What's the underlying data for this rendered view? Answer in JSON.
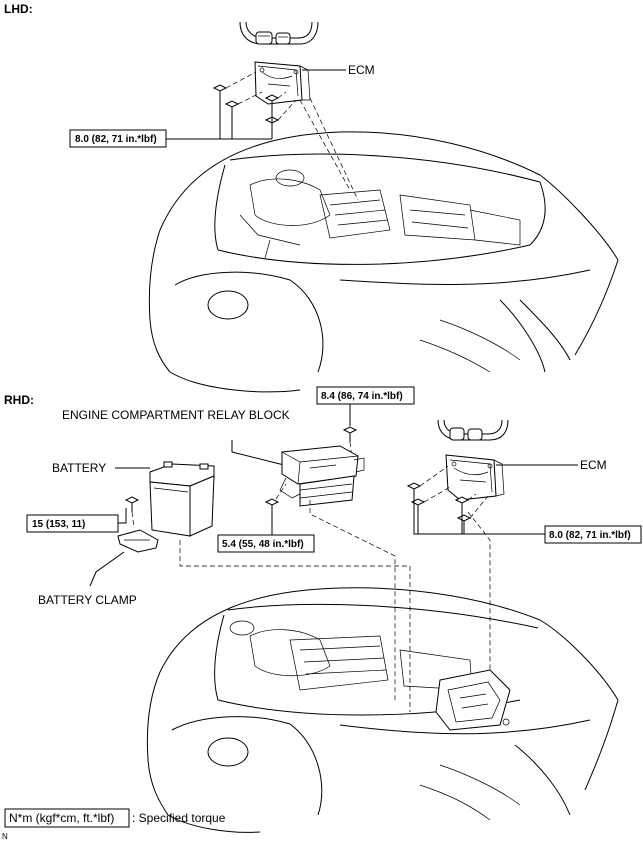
{
  "sections": {
    "lhd": {
      "title": "LHD:",
      "ecm_label": "ECM",
      "torque_ecm": "8.0 (82, 71 in.*lbf)"
    },
    "rhd": {
      "title": "RHD:",
      "relay_block_label": "ENGINE COMPARTMENT RELAY BLOCK",
      "battery_label": "BATTERY",
      "battery_clamp_label": "BATTERY CLAMP",
      "ecm_label": "ECM",
      "torque_relay_top": "8.4 (86, 74 in.*lbf)",
      "torque_relay_bottom": "5.4 (55, 48 in.*lbf)",
      "torque_battery_clamp": "15 (153, 11)",
      "torque_ecm": "8.0 (82, 71 in.*lbf)"
    }
  },
  "legend": {
    "unit_box": "N*m (kgf*cm, ft.*lbf)",
    "description": ": Specified torque"
  },
  "corner_mark": "N"
}
